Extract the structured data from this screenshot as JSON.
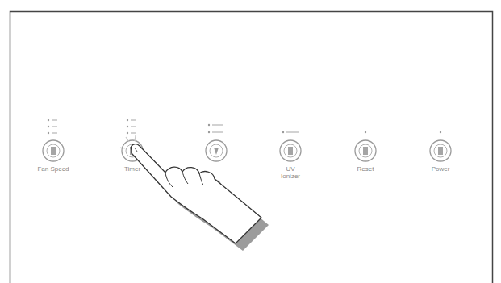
{
  "diagram": {
    "nodes": [
      {
        "text": [
          "Fan Speed"
        ]
      },
      {
        "text": [
          "Timer"
        ]
      },
      {
        "text": [
          "UV Ionizer"
        ]
      },
      {
        "text": [
          "Reset"
        ]
      },
      {
        "text": [
          "Power"
        ]
      }
    ]
  }
}
